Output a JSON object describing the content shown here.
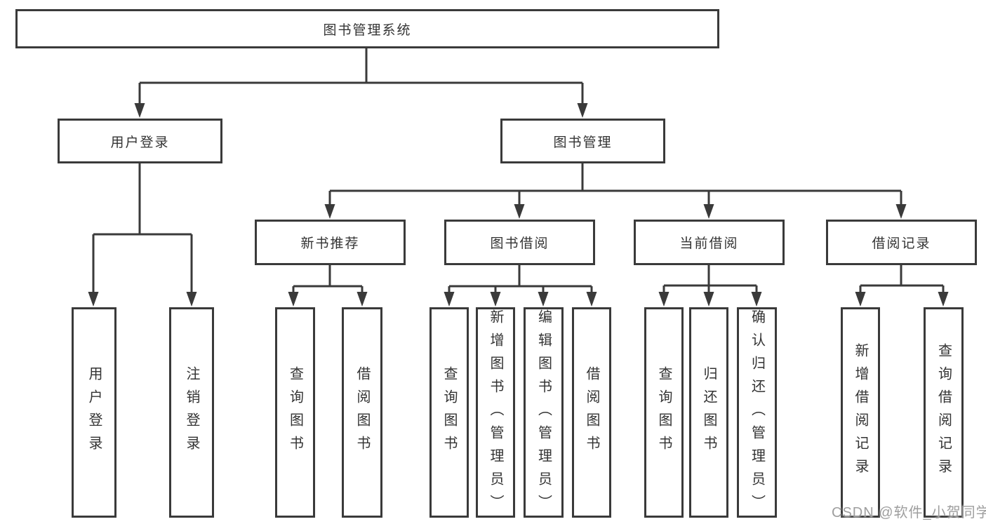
{
  "title": "图书管理系统",
  "tree": {
    "root": "图书管理系统",
    "user_login": {
      "label": "用户登录",
      "children": [
        "用户登录",
        "注销登录"
      ]
    },
    "book_mgmt": {
      "label": "图书管理",
      "groups": [
        {
          "label": "新书推荐",
          "children": [
            "查询图书",
            "借阅图书"
          ]
        },
        {
          "label": "图书借阅",
          "children": [
            "查询图书",
            "新增图书（管理员）",
            "编辑图书（管理员）",
            "借阅图书"
          ]
        },
        {
          "label": "当前借阅",
          "children": [
            "查询图书",
            "归还图书",
            "确认归还（管理员）"
          ]
        },
        {
          "label": "借阅记录",
          "children": [
            "新增借阅记录",
            "查询借阅记录"
          ]
        }
      ]
    }
  },
  "watermark": "CSDN @软件_小贺同学",
  "colors": {
    "line": "#3a3a3a",
    "box_border": "#3a3a3a",
    "text": "#333333",
    "watermark": "#9e9e9e",
    "background": "#ffffff"
  }
}
